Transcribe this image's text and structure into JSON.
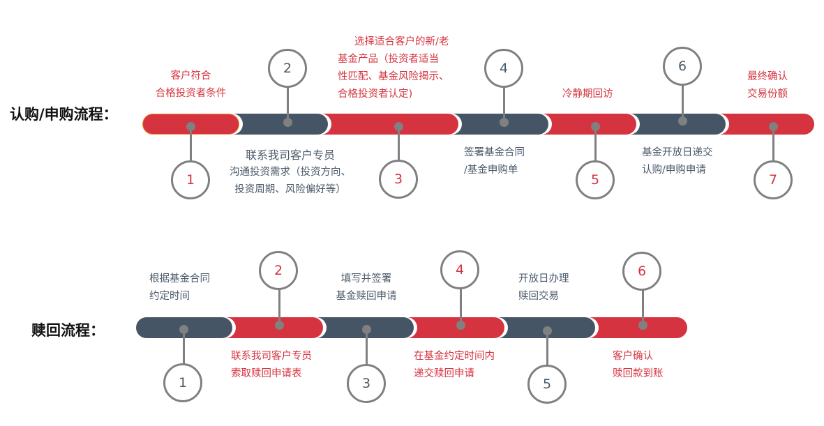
{
  "subscription": {
    "title": "认购/申购流程：",
    "steps": [
      {
        "num": "1",
        "lines": [
          "客户符合",
          "合格投资者条件"
        ]
      },
      {
        "num": "2",
        "lines": [
          "联系我司客户专员",
          "沟通投资需求（投资方向、",
          "投资周期、风险偏好等）"
        ]
      },
      {
        "num": "3",
        "lines": [
          "选择适合客户的新/老",
          "基金产品（投资者适当",
          "性匹配、基金风险揭示、",
          "合格投资者认定)"
        ]
      },
      {
        "num": "4",
        "lines": [
          "签署基金合同",
          "/基金申购单"
        ]
      },
      {
        "num": "5",
        "lines": [
          "冷静期回访"
        ]
      },
      {
        "num": "6",
        "lines": [
          "基金开放日递交",
          "认购/申购申请"
        ]
      },
      {
        "num": "7",
        "lines": [
          "最终确认",
          "交易份额"
        ]
      }
    ]
  },
  "redemption": {
    "title": "赎回流程：",
    "steps": [
      {
        "num": "1",
        "lines": [
          "根据基金合同",
          "约定时间"
        ]
      },
      {
        "num": "2",
        "lines": [
          "联系我司客户专员",
          "索取赎回申请表"
        ]
      },
      {
        "num": "3",
        "lines": [
          "填写并签署",
          "基金赎回申请"
        ]
      },
      {
        "num": "4",
        "lines": [
          "在基金约定时间内",
          "递交赎回申请"
        ]
      },
      {
        "num": "5",
        "lines": [
          "开放日办理",
          "赎回交易"
        ]
      },
      {
        "num": "6",
        "lines": [
          "客户确认",
          "赎回款到账"
        ]
      }
    ]
  },
  "colors": {
    "red": "#d5333f",
    "dark": "#465565",
    "gray": "#808080"
  }
}
